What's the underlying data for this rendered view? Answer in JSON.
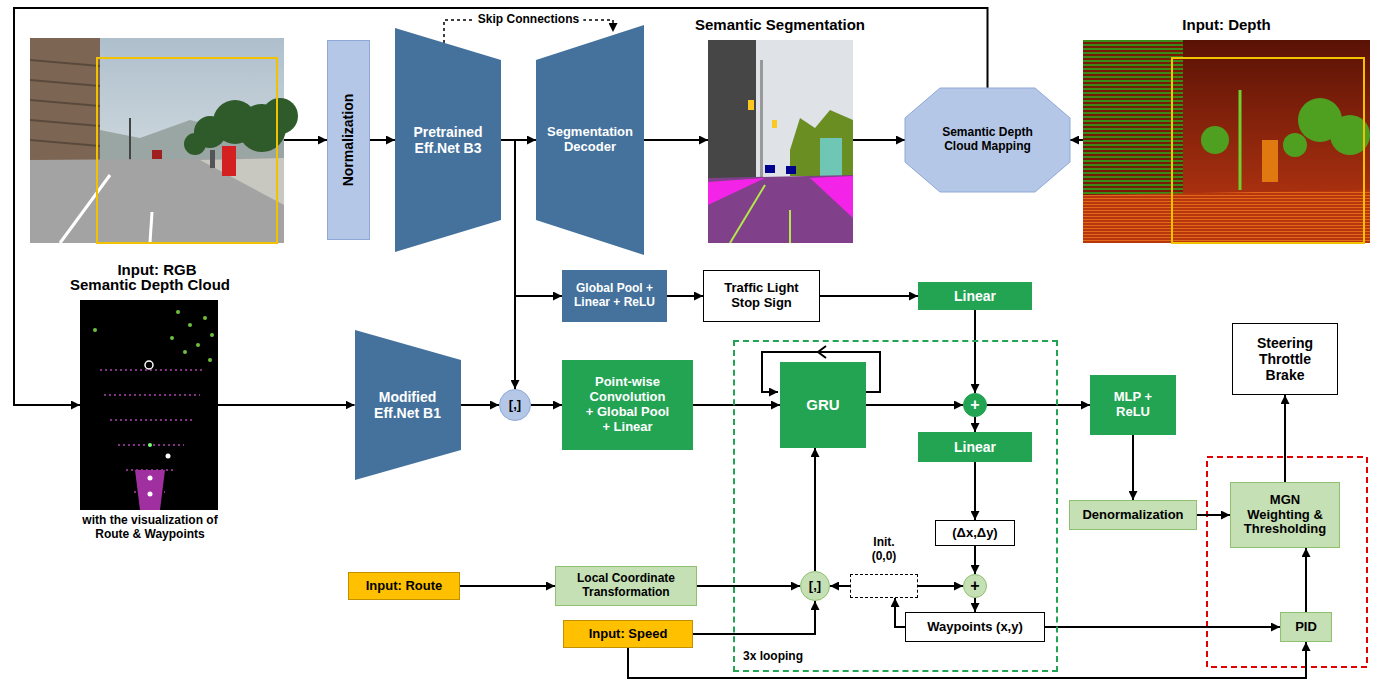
{
  "diagram": {
    "nodes": [
      {
        "text": [
          "Input: RGB"
        ]
      },
      {
        "text": [
          "Normalization"
        ]
      },
      {
        "text": [
          "Pretrained Eff.Net B3"
        ]
      },
      {
        "text": [
          "Segmentation Decoder"
        ]
      },
      {
        "text": [
          "Semantic Segmentation"
        ]
      },
      {
        "text": [
          "Semantic Depth Cloud Mapping"
        ]
      },
      {
        "text": [
          "Input: Depth"
        ]
      },
      {
        "text": [
          "Global Pool + Linear + ReLU"
        ]
      },
      {
        "text": [
          "Traffic Light Stop Sign"
        ]
      },
      {
        "text": [
          "Linear"
        ]
      },
      {
        "text": [
          "Semantic Depth Cloud",
          "with the visualization of Route & Waypoints"
        ]
      },
      {
        "text": [
          "Modified Eff.Net B1"
        ]
      },
      {
        "text": [
          "[,]"
        ]
      },
      {
        "text": [
          "Point-wise Convolution + Global Pool + Linear"
        ]
      },
      {
        "text": [
          "3x looping"
        ]
      },
      {
        "text": [
          "GRU"
        ],
        "in": 14
      },
      {
        "text": [
          "+"
        ],
        "in": 14
      },
      {
        "text": [
          "Linear"
        ],
        "in": 14
      },
      {
        "text": [
          "(Δx,Δy)"
        ],
        "in": 14
      },
      {
        "text": [
          "+"
        ],
        "in": 14
      },
      {
        "text": [
          "Waypoints (x,y)"
        ],
        "in": 14
      },
      {
        "text": [
          "[,]"
        ],
        "in": 14
      },
      {
        "text": [
          "Init. (0,0)"
        ],
        "in": 14
      },
      {
        "text": [
          "MLP + ReLU"
        ]
      },
      {
        "text": [
          "Denormalization"
        ]
      },
      {
        "text": [
          "Steering Throttle Brake"
        ]
      },
      {
        "text": [
          "MGN Weighting & Thresholding"
        ]
      },
      {
        "text": [
          "PID"
        ]
      },
      {
        "text": [
          "Input: Route"
        ]
      },
      {
        "text": [
          "Local Coordinate Transformation"
        ]
      },
      {
        "text": [
          "Input: Speed"
        ]
      }
    ],
    "edges": [
      {
        "from": 0,
        "to": 1,
        "arrow": "to"
      },
      {
        "from": 1,
        "to": 2,
        "arrow": "to"
      },
      {
        "from": 2,
        "to": 3,
        "arrow": "to"
      },
      {
        "from": 2,
        "to": 3,
        "label": "Skip Connections",
        "arrow": "to"
      },
      {
        "from": 3,
        "to": 4,
        "arrow": "to"
      },
      {
        "from": 4,
        "to": 5,
        "arrow": "to"
      },
      {
        "from": 6,
        "to": 5,
        "arrow": "to"
      },
      {
        "from": 5,
        "to": 10,
        "arrow": "to"
      },
      {
        "from": 2,
        "to": 7,
        "arrow": "to"
      },
      {
        "from": 2,
        "to": 12,
        "arrow": "to"
      },
      {
        "from": 7,
        "to": 8,
        "arrow": "to"
      },
      {
        "from": 8,
        "to": 9,
        "arrow": "to"
      },
      {
        "from": 9,
        "to": 16,
        "arrow": "to"
      },
      {
        "from": 10,
        "to": 11,
        "arrow": "to"
      },
      {
        "from": 11,
        "to": 12,
        "arrow": "to"
      },
      {
        "from": 12,
        "to": 13,
        "arrow": "to"
      },
      {
        "from": 13,
        "to": 15,
        "arrow": "to"
      },
      {
        "from": 15,
        "to": 16,
        "arrow": "to"
      },
      {
        "from": 16,
        "to": 23,
        "arrow": "to"
      },
      {
        "from": 16,
        "to": 17,
        "arrow": "to"
      },
      {
        "from": 17,
        "to": 18,
        "arrow": "to"
      },
      {
        "from": 18,
        "to": 19,
        "arrow": "to"
      },
      {
        "from": 19,
        "to": 20,
        "arrow": "to"
      },
      {
        "from": 22,
        "to": 19,
        "arrow": "to"
      },
      {
        "from": 22,
        "to": 21,
        "arrow": "to"
      },
      {
        "from": 20,
        "to": 22,
        "arrow": "to"
      },
      {
        "from": 21,
        "to": 15,
        "arrow": "to"
      },
      {
        "from": 20,
        "to": 27,
        "arrow": "to"
      },
      {
        "from": 23,
        "to": 24,
        "arrow": "to"
      },
      {
        "from": 24,
        "to": 26,
        "arrow": "to"
      },
      {
        "from": 27,
        "to": 26,
        "arrow": "to"
      },
      {
        "from": 26,
        "to": 25,
        "arrow": "to"
      },
      {
        "from": 28,
        "to": 29,
        "arrow": "to"
      },
      {
        "from": 29,
        "to": 21,
        "arrow": "to"
      },
      {
        "from": 30,
        "to": 21,
        "arrow": "to"
      },
      {
        "from": 30,
        "to": 27,
        "arrow": "to"
      }
    ]
  }
}
